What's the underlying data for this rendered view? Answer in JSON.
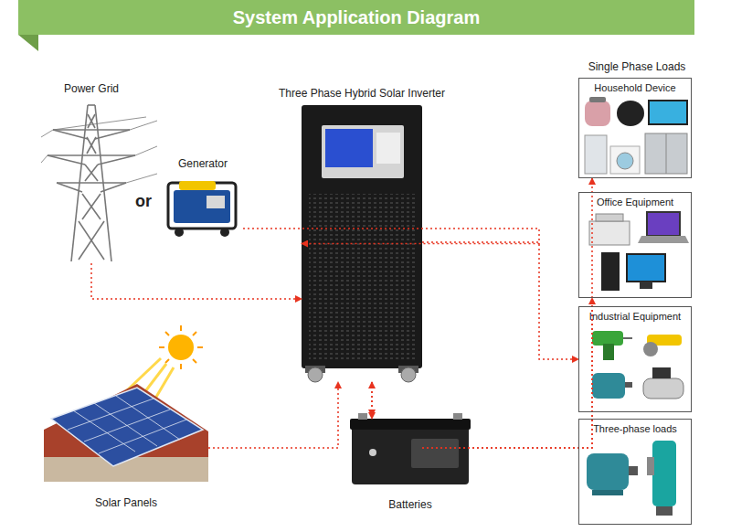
{
  "diagram": {
    "title": "System Application Diagram",
    "nodes": [
      {
        "text": [
          "Power Grid"
        ]
      },
      {
        "text": [
          "Generator"
        ]
      },
      {
        "text": [
          "Three Phase Hybrid Solar Inverter"
        ]
      },
      {
        "text": [
          "Solar Panels"
        ]
      },
      {
        "text": [
          "Batteries"
        ]
      },
      {
        "text": [
          "Household Device"
        ]
      },
      {
        "text": [
          "Office Equipment"
        ]
      },
      {
        "text": [
          "Industrial Equipment"
        ]
      },
      {
        "text": [
          "Three-phase loads"
        ]
      }
    ],
    "edges": [
      {
        "from": 0,
        "to": 2,
        "arrow": "to"
      },
      {
        "from": 1,
        "to": 2,
        "arrow": "to"
      },
      {
        "from": 3,
        "to": 2,
        "arrow": "to"
      },
      {
        "from": 2,
        "to": 4,
        "arrow": "both"
      },
      {
        "from": 2,
        "to": 5,
        "arrow": "to"
      },
      {
        "from": 2,
        "to": 6,
        "arrow": "to"
      },
      {
        "from": 2,
        "to": 7,
        "arrow": "to"
      },
      {
        "from": 2,
        "to": 8,
        "arrow": "to"
      }
    ],
    "labels": [
      "or",
      "Single Phase Loads"
    ]
  }
}
